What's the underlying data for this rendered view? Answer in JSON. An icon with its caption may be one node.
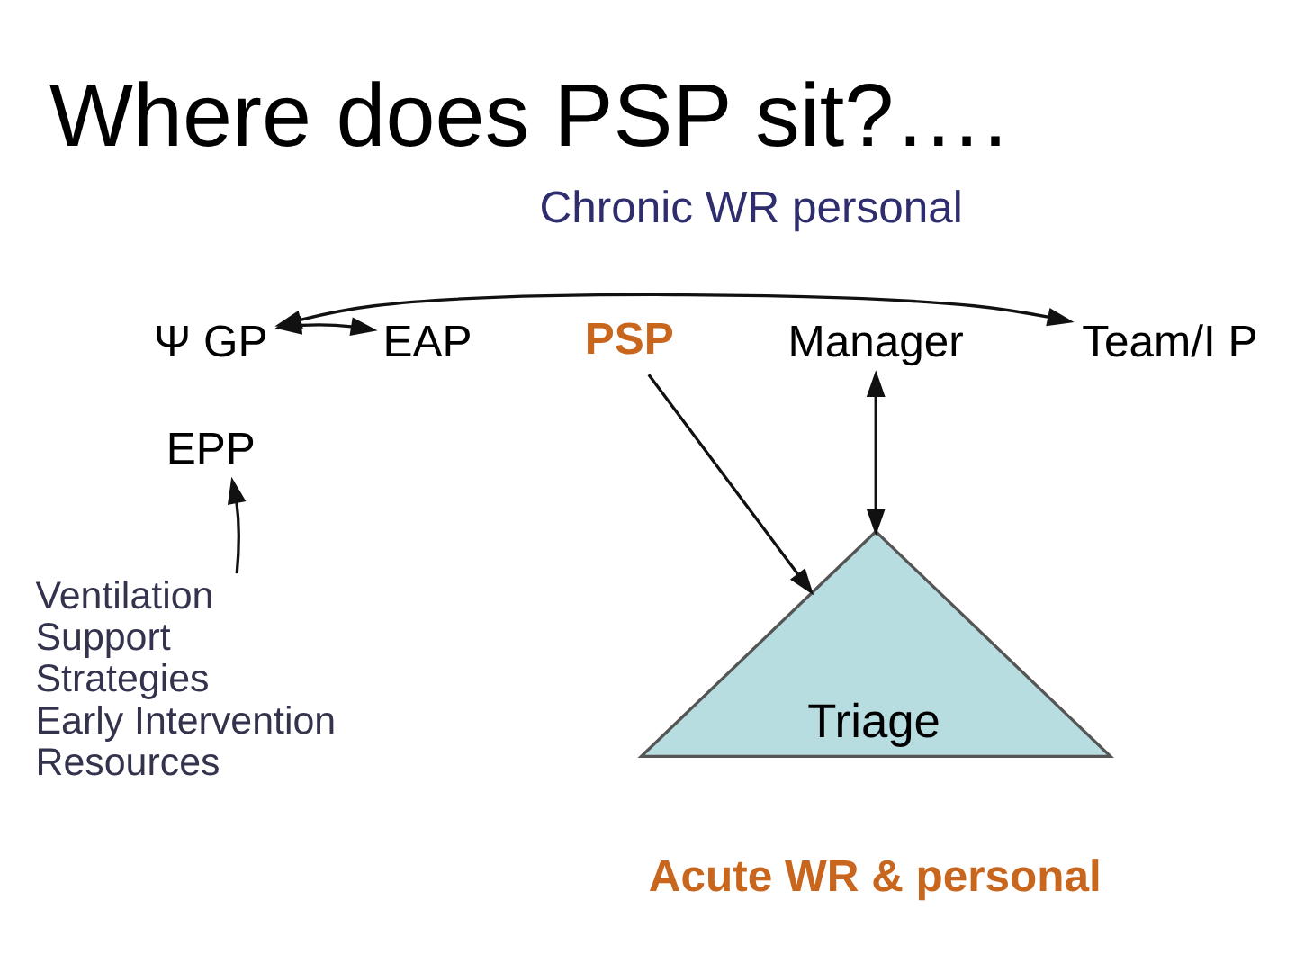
{
  "diagram": {
    "title": "Where does PSP sit?….",
    "nodes": [
      {
        "text": [
          "Ψ GP"
        ]
      },
      {
        "text": [
          "EPP"
        ]
      },
      {
        "text": [
          "EAP"
        ]
      },
      {
        "text": [
          "PSP"
        ]
      },
      {
        "text": [
          "Manager"
        ]
      },
      {
        "text": [
          "Team/I P"
        ]
      },
      {
        "text": [
          "Ventilation",
          "Support",
          "Strategies",
          "Early Intervention",
          "Resources"
        ]
      },
      {
        "text": [
          "Triage"
        ],
        "beside": [
          "Acute WR & personal"
        ]
      }
    ],
    "edges": [
      {
        "from": 0,
        "to": 5,
        "arrow": "both"
      },
      {
        "from": 0,
        "to": 2,
        "arrow": "both"
      },
      {
        "from": 6,
        "to": 1,
        "arrow": "to"
      },
      {
        "from": 3,
        "to": 7,
        "arrow": "to"
      },
      {
        "from": 4,
        "to": 7,
        "arrow": "both"
      }
    ],
    "labels": [
      "Chronic WR personal"
    ]
  }
}
